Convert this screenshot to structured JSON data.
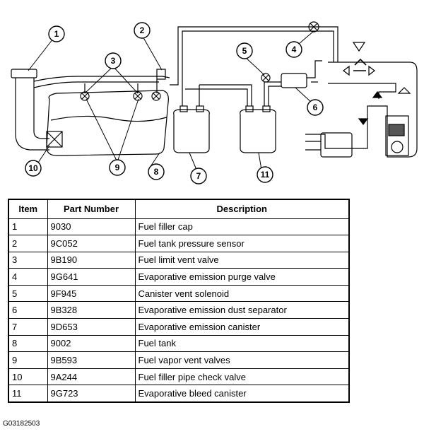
{
  "callouts": [
    "1",
    "2",
    "3",
    "4",
    "5",
    "6",
    "7",
    "8",
    "9",
    "10",
    "11"
  ],
  "table": {
    "headers": [
      "Item",
      "Part Number",
      "Description"
    ],
    "rows": [
      {
        "item": "1",
        "part": "9030",
        "desc": "Fuel filler cap"
      },
      {
        "item": "2",
        "part": "9C052",
        "desc": "Fuel tank pressure sensor"
      },
      {
        "item": "3",
        "part": "9B190",
        "desc": "Fuel limit vent valve"
      },
      {
        "item": "4",
        "part": "9G641",
        "desc": "Evaporative emission purge valve"
      },
      {
        "item": "5",
        "part": "9F945",
        "desc": "Canister vent solenoid"
      },
      {
        "item": "6",
        "part": "9B328",
        "desc": "Evaporative emission dust separator"
      },
      {
        "item": "7",
        "part": "9D653",
        "desc": "Evaporative emission canister"
      },
      {
        "item": "8",
        "part": "9002",
        "desc": "Fuel tank"
      },
      {
        "item": "9",
        "part": "9B593",
        "desc": "Fuel vapor vent valves"
      },
      {
        "item": "10",
        "part": "9A244",
        "desc": "Fuel filler pipe check valve"
      },
      {
        "item": "11",
        "part": "9G723",
        "desc": "Evaporative bleed canister"
      }
    ]
  },
  "footer_code": "G03182503"
}
